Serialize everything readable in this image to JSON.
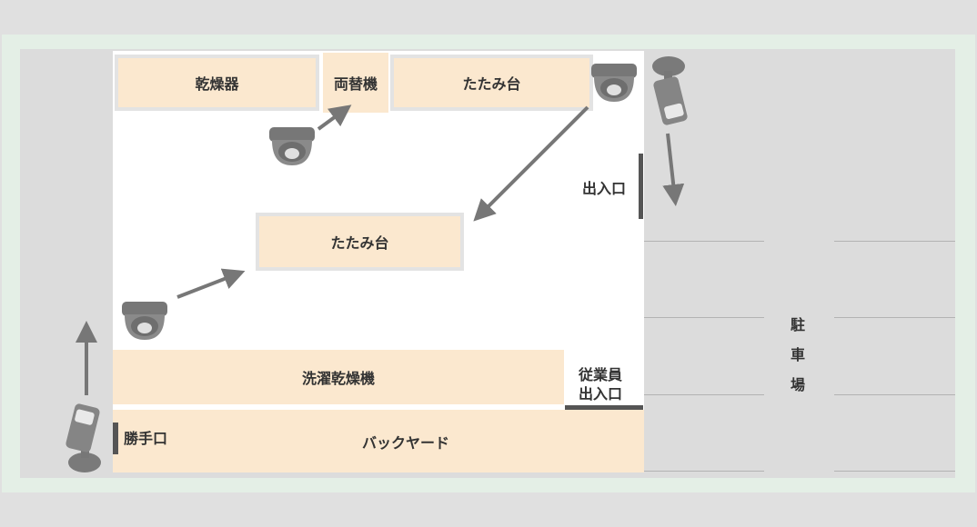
{
  "rooms": {
    "dryer": "乾燥器",
    "changer": "両替機",
    "folding_top": "たたみ台",
    "folding_center": "たたみ台",
    "washer_dryer": "洗濯乾燥機",
    "backyard": "バックヤード"
  },
  "doors": {
    "entrance": "出入口",
    "staff_line1": "従業員",
    "staff_line2": "出入口",
    "back_door": "勝手口"
  },
  "parking": {
    "chars": [
      "駐",
      "車",
      "場"
    ]
  },
  "colors": {
    "area_fill": "#fbe8cf",
    "room_fill": "#ffffff",
    "outer_frame": "#e4efe6",
    "ground": "#dcdcdc",
    "arrow": "#777777"
  },
  "icons": {
    "dome_camera": "dome-camera-icon",
    "bullet_camera": "bullet-camera-icon"
  }
}
